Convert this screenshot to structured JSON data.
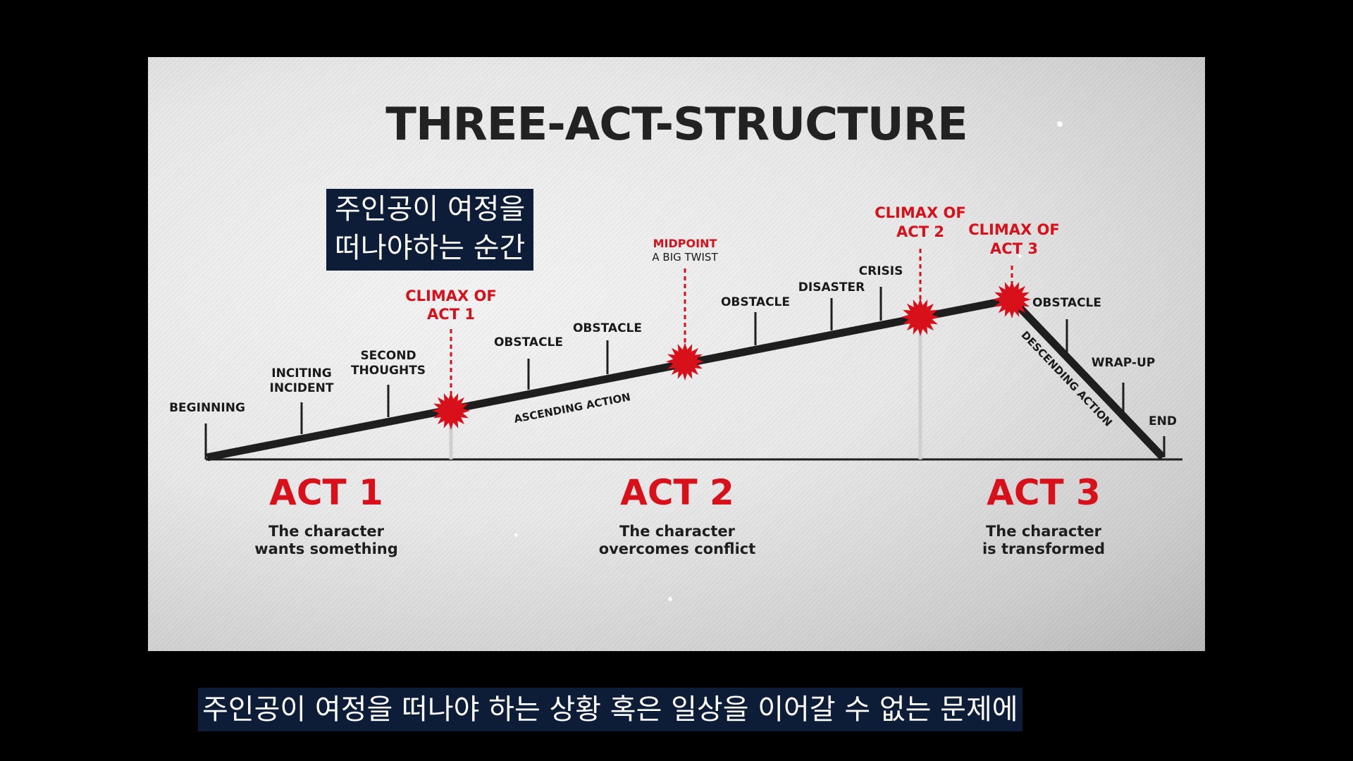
{
  "title": "THREE-ACT-STRUCTURE",
  "overlay_caption": {
    "line1": "주인공이 여정을",
    "line2": "떠나야하는 순간"
  },
  "subtitle": "주인공이 여정을 떠나야 하는 상황 혹은 일상을 이어갈 수 없는 문제에",
  "colors": {
    "accent_red": "#d8101a",
    "line_dark": "#1e1e1e",
    "caption_bg": "#0d1d38"
  },
  "icons": {
    "starburst": "starburst-icon"
  },
  "points": {
    "beginning": "BEGINNING",
    "inciting": [
      "INCITING",
      "INCIDENT"
    ],
    "second": [
      "SECOND",
      "THOUGHTS"
    ],
    "obstacle1": "OBSTACLE",
    "obstacle2": "OBSTACLE",
    "obstacle3": "OBSTACLE",
    "disaster": "DISASTER",
    "crisis": "CRISIS",
    "obstacle4": "OBSTACLE",
    "wrapup": "WRAP-UP",
    "end": "END"
  },
  "climaxes": {
    "act1": [
      "CLIMAX OF",
      "ACT 1"
    ],
    "midpoint_title": "MIDPOINT",
    "midpoint_sub": "A BIG TWIST",
    "act2": [
      "CLIMAX OF",
      "ACT 2"
    ],
    "act3": [
      "CLIMAX OF",
      "ACT 3"
    ]
  },
  "ascending_label": "ASCENDING ACTION",
  "descending_label": "DESCENDING ACTION",
  "acts": [
    {
      "label": "ACT 1",
      "desc": [
        "The character",
        "wants something"
      ]
    },
    {
      "label": "ACT 2",
      "desc": [
        "The character",
        "overcomes conflict"
      ]
    },
    {
      "label": "ACT 3",
      "desc": [
        "The character",
        "is transformed"
      ]
    }
  ]
}
